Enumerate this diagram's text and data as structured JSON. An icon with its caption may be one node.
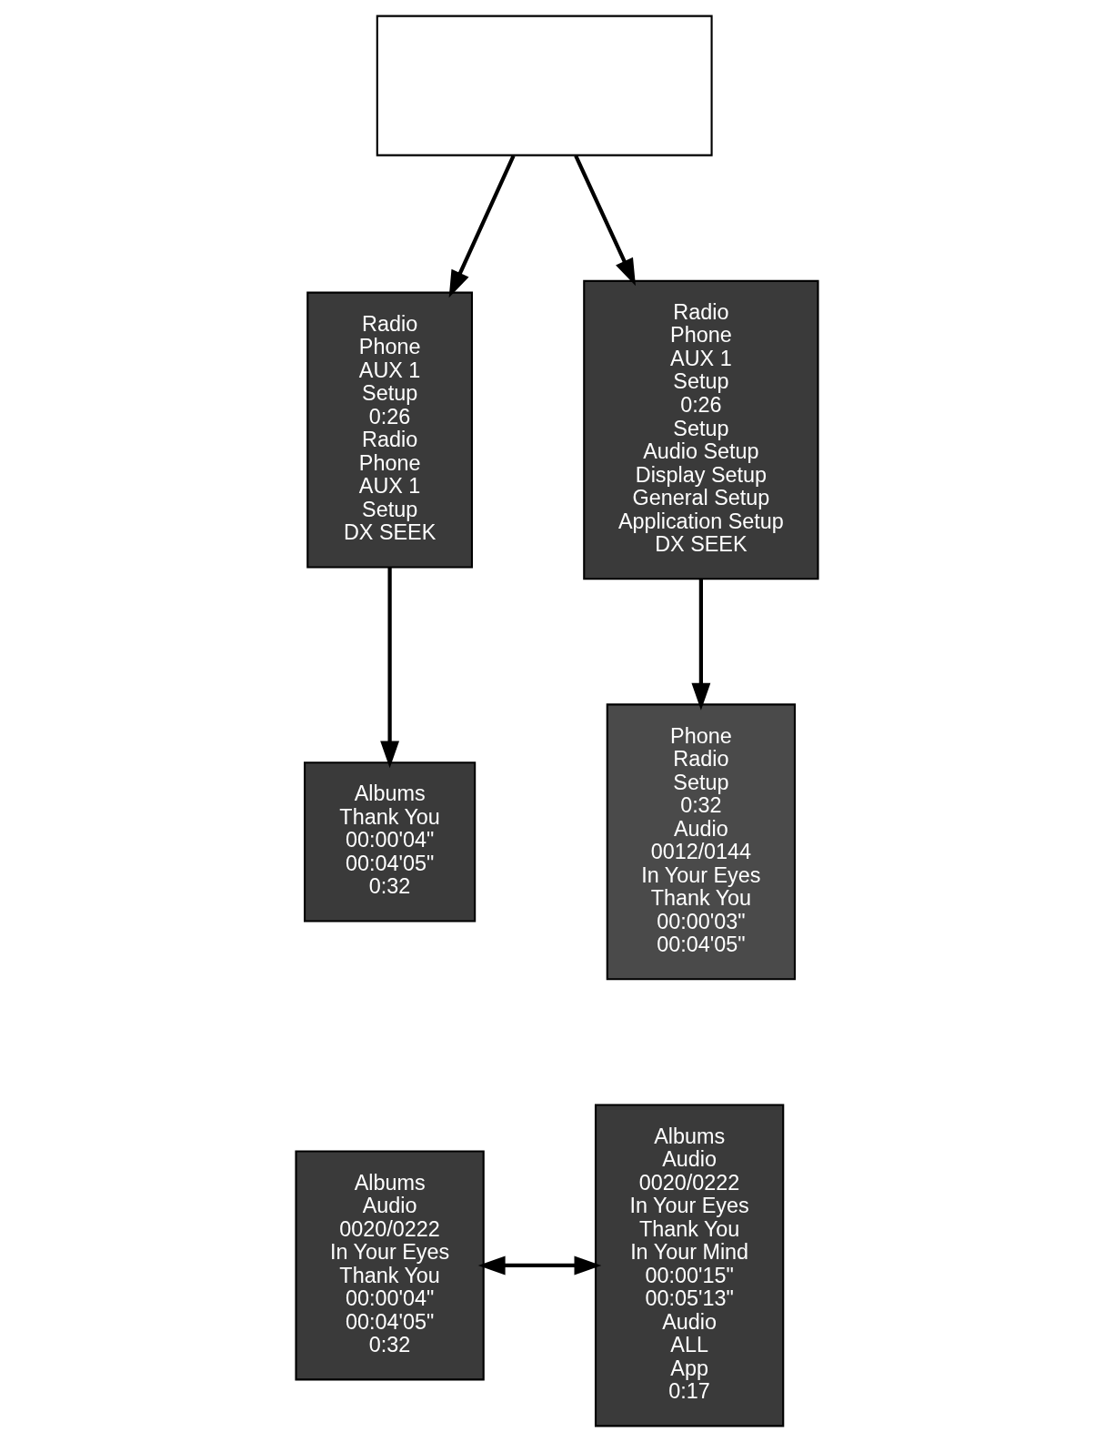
{
  "diagram": {
    "nodes": [
      {
        "text": [],
        "shape": "box"
      },
      {
        "text": [
          "Radio",
          "Phone",
          "AUX 1",
          "Setup",
          "0:26",
          "Radio",
          "Phone",
          "AUX 1",
          "Setup",
          "DX SEEK"
        ]
      },
      {
        "text": [
          "Radio",
          "Phone",
          "AUX 1",
          "Setup",
          "0:26",
          "Setup",
          "Audio Setup",
          "Display Setup",
          "General Setup",
          "Application Setup",
          "DX SEEK"
        ]
      },
      {
        "text": [
          "Albums",
          "Thank You",
          "00:00'04\"",
          "00:04'05\"",
          "0:32"
        ]
      },
      {
        "text": [
          "Phone",
          "Radio",
          "Setup",
          "0:32",
          "Audio",
          "0012/0144",
          "In Your Eyes",
          "Thank You",
          "00:00'03\"",
          "00:04'05\""
        ]
      },
      {
        "text": [
          "Albums",
          "Audio",
          "0020/0222",
          "In Your Eyes",
          "Thank You",
          "00:00'04\"",
          "00:04'05\"",
          "0:32"
        ]
      },
      {
        "text": [
          "Albums",
          "Audio",
          "0020/0222",
          "In Your Eyes",
          "Thank You",
          "In Your Mind",
          "00:00'15\"",
          "00:05'13\"",
          "Audio",
          "ALL",
          "App",
          "0:17"
        ]
      }
    ],
    "edges": [
      {
        "from": 0,
        "to": 1,
        "arrow": "to"
      },
      {
        "from": 0,
        "to": 2,
        "arrow": "to"
      },
      {
        "from": 1,
        "to": 3,
        "arrow": "to"
      },
      {
        "from": 2,
        "to": 4,
        "arrow": "to"
      },
      {
        "from": 5,
        "to": 6,
        "arrow": "both"
      }
    ]
  }
}
